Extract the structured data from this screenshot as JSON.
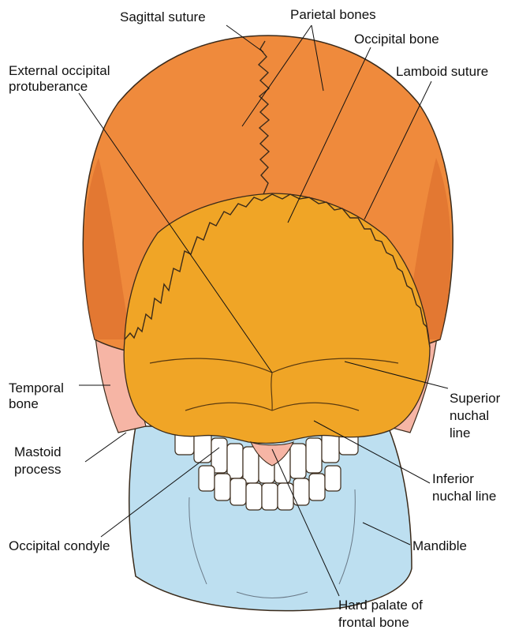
{
  "labels": {
    "sagittal_suture": "Sagittal suture",
    "parietal_bones": "Parietal bones",
    "occipital_bone": "Occipital bone",
    "external_occipital_protuberance": [
      "External occipital",
      "protuberance"
    ],
    "lamboid_suture": "Lamboid suture",
    "temporal_bone": [
      "Temporal",
      "bone"
    ],
    "superior_nuchal_line": [
      "Superior",
      "nuchal",
      "line"
    ],
    "mastoid_process": [
      "Mastoid",
      "process"
    ],
    "inferior_nuchal_line": [
      "Inferior",
      "nuchal line"
    ],
    "occipital_condyle": "Occipital condyle",
    "mandible": "Mandible",
    "hard_palate_of_frontal_bone": [
      "Hard palate of",
      "frontal bone"
    ]
  },
  "colors": {
    "parietal": "#ef8a3c",
    "parietal_shade": "#d9692a",
    "occipital": "#f0a526",
    "temporal": "#f6b5a5",
    "mandible": "#bddff0",
    "outline": "#3a2a1a",
    "leader": "#111111"
  }
}
